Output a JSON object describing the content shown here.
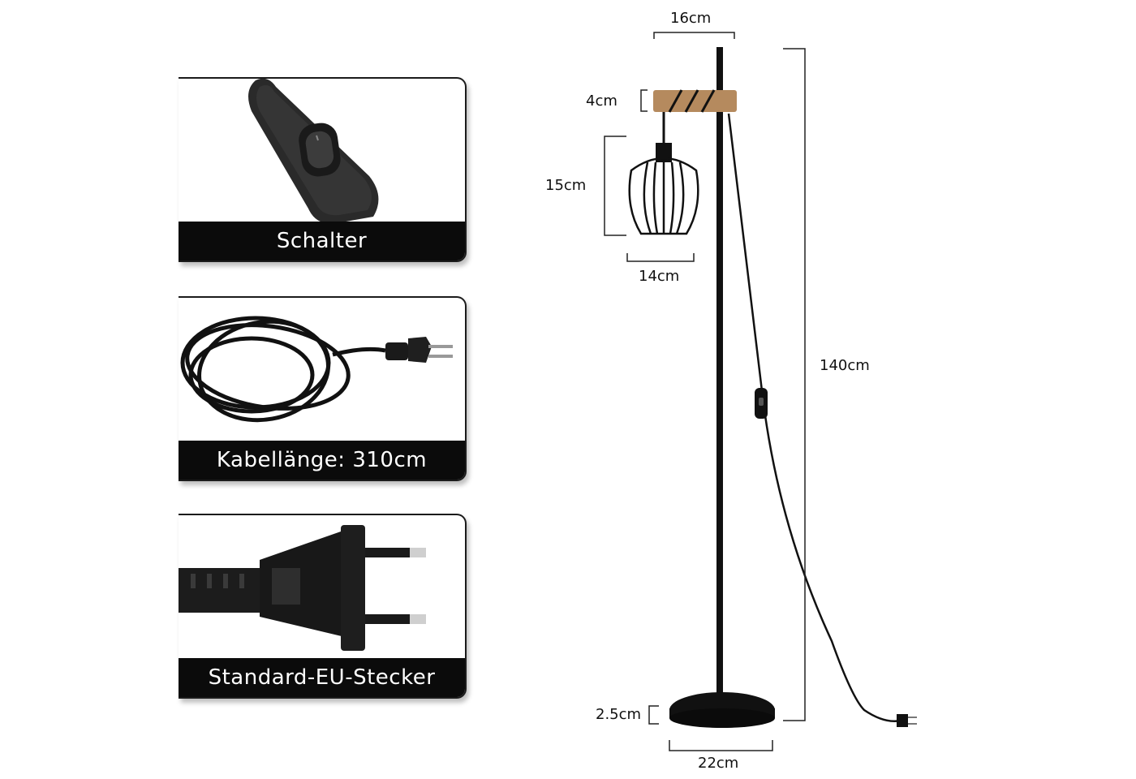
{
  "cards": [
    {
      "caption": "Schalter",
      "icon": "switch-icon"
    },
    {
      "caption": "Kabellänge: 310cm",
      "icon": "cable-icon"
    },
    {
      "caption": "Standard-EU-Stecker",
      "icon": "eu-plug-icon"
    }
  ],
  "dimensions": {
    "top_width": "16cm",
    "wood_height": "4cm",
    "shade_height": "15cm",
    "shade_width": "14cm",
    "total_height": "140cm",
    "base_height": "2.5cm",
    "base_width": "22cm"
  },
  "colors": {
    "caption_background": "#0b0b0b",
    "caption_text": "#ffffff",
    "wood": "#b58a5e",
    "metal": "#111111"
  }
}
